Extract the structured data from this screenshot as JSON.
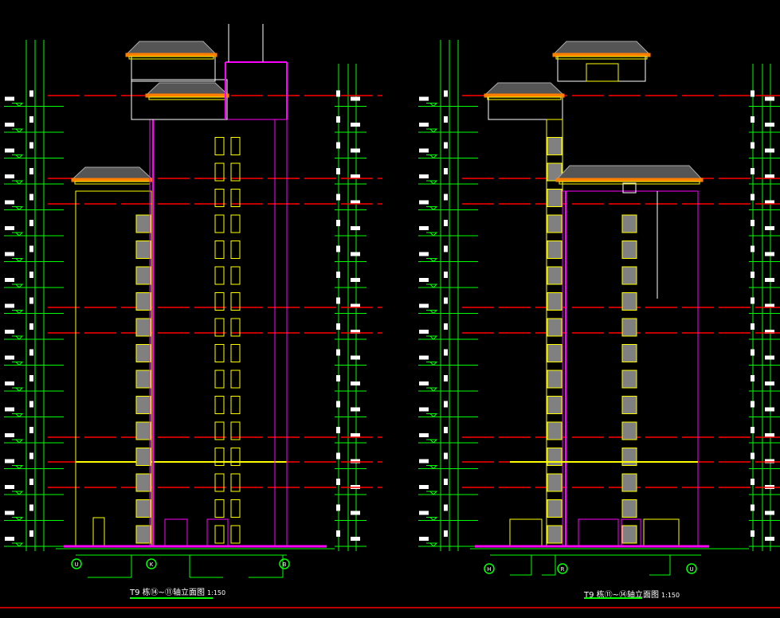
{
  "drawings": [
    {
      "title": "T9 栋⑭~⑪轴立面图",
      "scale": "1:150",
      "axis_bubbles": [
        "U",
        "K",
        "B"
      ]
    },
    {
      "title": "T9 栋⑪~⑭轴立面图",
      "scale": "1:150",
      "axis_bubbles": [
        "H",
        "R",
        "U"
      ]
    }
  ],
  "colors": {
    "background": "#000000",
    "dimension": "#00ff00",
    "floor_line": "#ff0000",
    "wall": "#ffff00",
    "outline": "#ff00ff",
    "roof": "#ff8000",
    "window_fill": "#808080"
  }
}
